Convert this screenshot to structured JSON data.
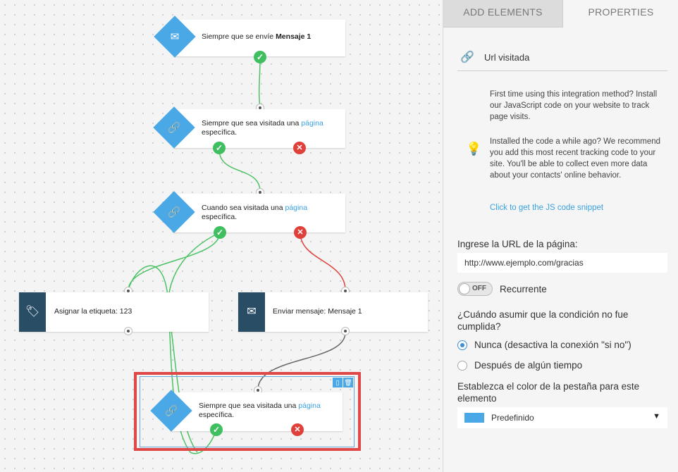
{
  "canvas": {
    "nodes": [
      {
        "id": "n1",
        "icon": "email-send-icon",
        "text_prefix": "Siempre que se envíe ",
        "text_bold": "Mensaje 1"
      },
      {
        "id": "n2",
        "icon": "link-icon",
        "text_prefix": "Siempre que sea visitada una ",
        "text_link": "página",
        "text_suffix": "específica."
      },
      {
        "id": "n3",
        "icon": "link-icon",
        "text_prefix": "Cuando sea visitada una ",
        "text_link": "página",
        "text_suffix": "específica."
      },
      {
        "id": "n4",
        "icon": "tag-icon",
        "text": "Asignar la etiqueta: 123"
      },
      {
        "id": "n5",
        "icon": "envelope-icon",
        "text": "Enviar mensaje: Mensaje 1"
      },
      {
        "id": "n6",
        "icon": "link-icon",
        "text_prefix": "Siempre que sea visitada una ",
        "text_link": "página",
        "text_suffix": "específica."
      }
    ]
  },
  "tabs": {
    "add": "ADD ELEMENTS",
    "properties": "PROPERTIES"
  },
  "properties": {
    "title": "Url visitada",
    "info1": "First time using this integration method? Install our JavaScript code on your website to track page visits.",
    "info2": "Installed the code a while ago? We recommend you add this most recent tracking code to your site. You'll be able to collect even more data about your contacts' online behavior.",
    "js_link": "Click to get the JS code snippet",
    "url_label": "Ingrese la URL de la página:",
    "url_value": "http://www.ejemplo.com/gracias",
    "toggle_state": "OFF",
    "toggle_label": "Recurrente",
    "question": "¿Cuándo asumir que la condición no fue cumplida?",
    "radio1": "Nunca (desactiva la conexión \"si no\")",
    "radio2": "Después de algún tiempo",
    "color_label": "Establezca el color de la pestaña para este elemento",
    "color_value": "Predefinido",
    "accent": "#4aa8e6"
  }
}
